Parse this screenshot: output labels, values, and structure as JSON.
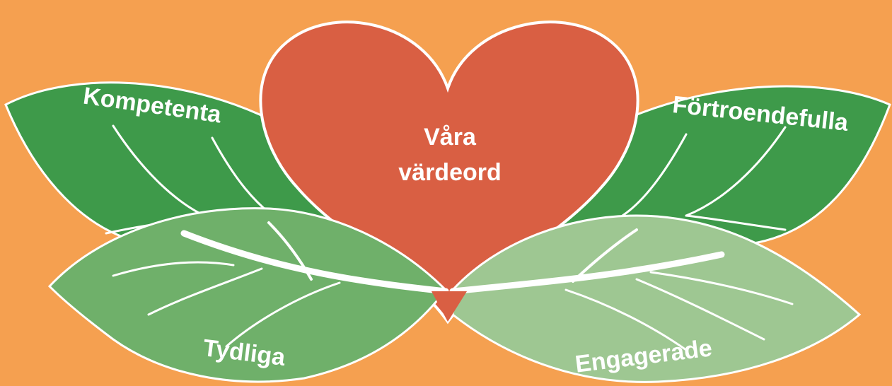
{
  "center": {
    "line1": "Våra",
    "line2": "värdeord"
  },
  "values": {
    "top_left": "Kompetenta",
    "top_right": "Förtroendefulla",
    "bottom_left": "Tydliga",
    "bottom_right": "Engagerade"
  },
  "colors": {
    "background": "#f5a050",
    "heart": "#d95f43",
    "leaf_dark": "#3e9a4a",
    "leaf_mid": "#6fb06a",
    "leaf_light": "#9ec792",
    "vein": "#ffffff"
  }
}
